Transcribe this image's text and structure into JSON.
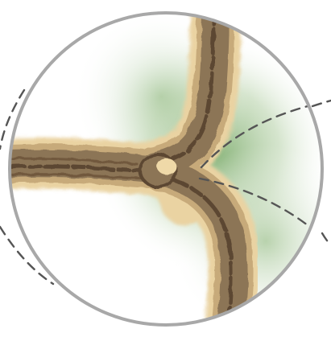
{
  "colors": {
    "background": "#ffffff",
    "lens_border": "#a8a8a8",
    "green_glow": "#7fae6f",
    "path_outer": "#e8cf9c",
    "path_fill": "#8c7556",
    "path_center": "#5b4632",
    "dashed_lines": "#555555"
  },
  "icons": [
    "magnifier-lens",
    "forked-path",
    "dashed-curves"
  ]
}
